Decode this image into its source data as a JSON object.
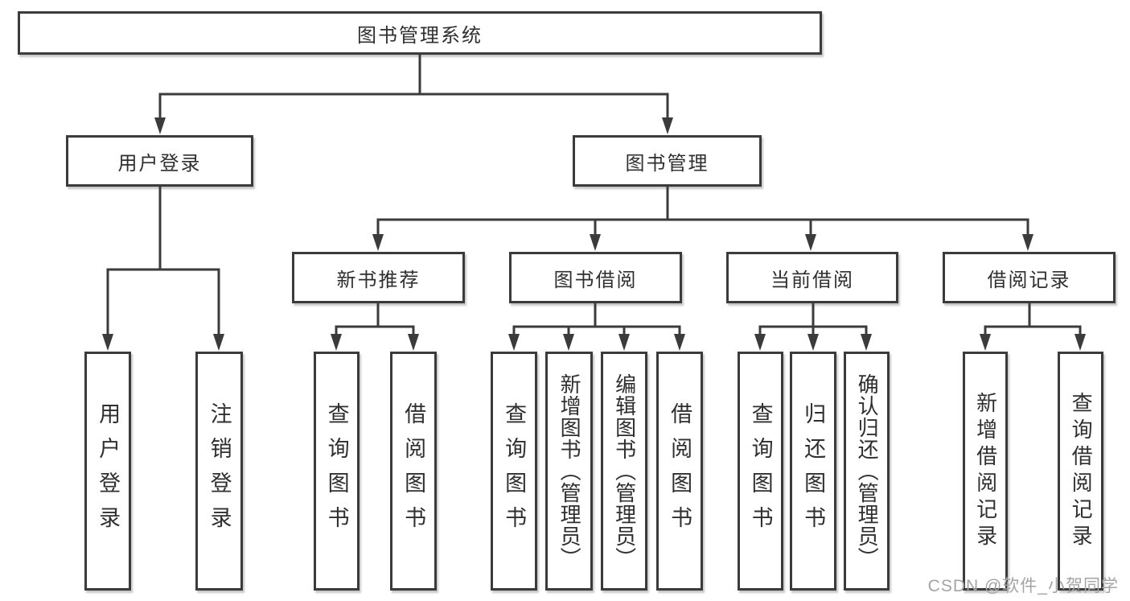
{
  "tree": {
    "root": "图书管理系统",
    "children": [
      {
        "label": "用户登录",
        "children": [
          {
            "label": "用户登录"
          },
          {
            "label": "注销登录"
          }
        ]
      },
      {
        "label": "图书管理",
        "children": [
          {
            "label": "新书推荐",
            "children": [
              {
                "label": "查询图书"
              },
              {
                "label": "借阅图书"
              }
            ]
          },
          {
            "label": "图书借阅",
            "children": [
              {
                "label": "查询图书"
              },
              {
                "label": "新增图书（管理员）"
              },
              {
                "label": "编辑图书（管理员）"
              },
              {
                "label": "借阅图书"
              }
            ]
          },
          {
            "label": "当前借阅",
            "children": [
              {
                "label": "查询图书"
              },
              {
                "label": "归还图书"
              },
              {
                "label": "确认归还（管理员）"
              }
            ]
          },
          {
            "label": "借阅记录",
            "children": [
              {
                "label": "新增借阅记录"
              },
              {
                "label": "查询借阅记录"
              }
            ]
          }
        ]
      }
    ]
  },
  "watermark": {
    "text": "CSDN @软件_小贺同学"
  },
  "colors": {
    "line": "#3b3b3b",
    "box_border": "#3b3b3b",
    "text": "#2f2f2f",
    "watermark": "#a4a4a4"
  }
}
